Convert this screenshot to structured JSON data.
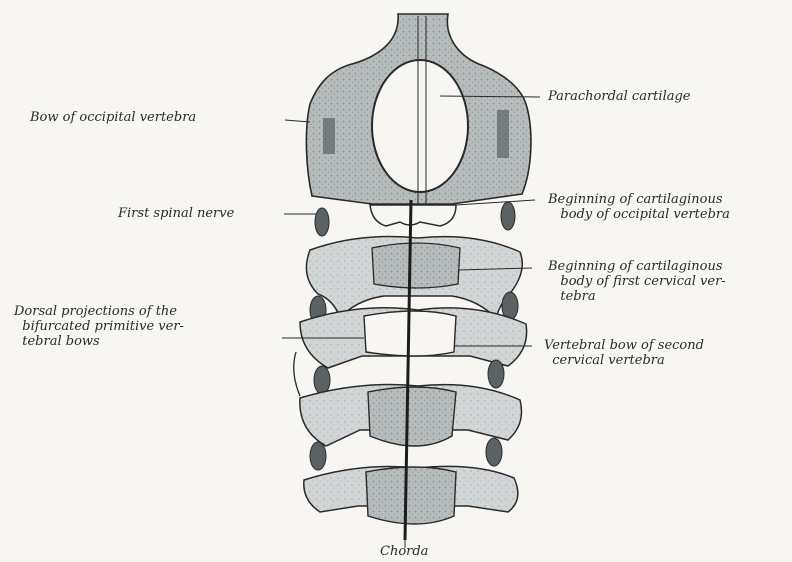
{
  "labels": {
    "bow_occipital": "Bow of occipital vertebra",
    "parachordal": "Parachordal cartilage",
    "first_spinal_nerve": "First spinal nerve",
    "beginning_occipital": "Beginning of cartilaginous\n   body of occipital vertebra",
    "beginning_first_cervical": "Beginning of cartilaginous\n   body of first cervical ver-\n   tebra",
    "dorsal_projections": "Dorsal projections of the\n  bifurcated primitive ver-\n  tebral bows",
    "vertebral_bow_second": "Vertebral bow of second\n  cervical vertebra",
    "chorda": "Chorda"
  },
  "colors": {
    "ink": "#2a2a2a",
    "shade": "#9aa2a4",
    "shade_light": "#c6cbcc",
    "paper": "#f7f6f3"
  }
}
